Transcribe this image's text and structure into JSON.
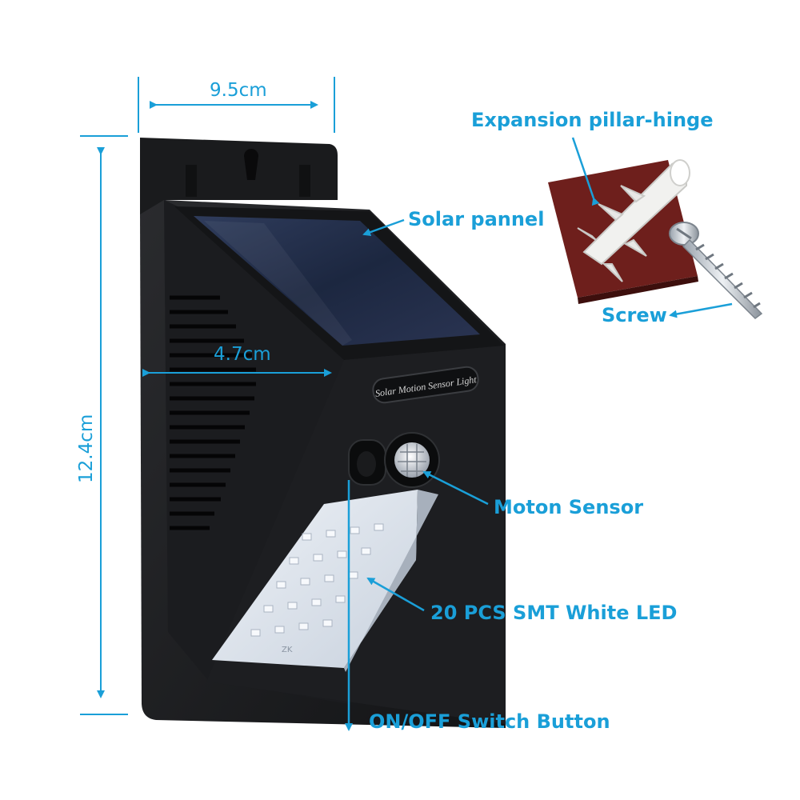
{
  "dimensions": {
    "width": "9.5cm",
    "height": "12.4cm",
    "depth": "4.7cm"
  },
  "device": {
    "badge": "Solar Motion Sensor Light",
    "led_mark": "ZK"
  },
  "callouts": {
    "solar_panel": "Solar pannel",
    "motion_sensor": "Moton Sensor",
    "leds": "20 PCS SMT White LED",
    "switch": "ON/OFF Switch Button",
    "expansion_pillar": "Expansion pillar-hinge",
    "screw": "Screw"
  },
  "colors": {
    "accent": "#1a9fd8",
    "housing": "#1e1f21",
    "solar_cell": "#1f2a44",
    "led_panel": "#dfe6ef",
    "mount_pad": "#6e1f1c"
  }
}
